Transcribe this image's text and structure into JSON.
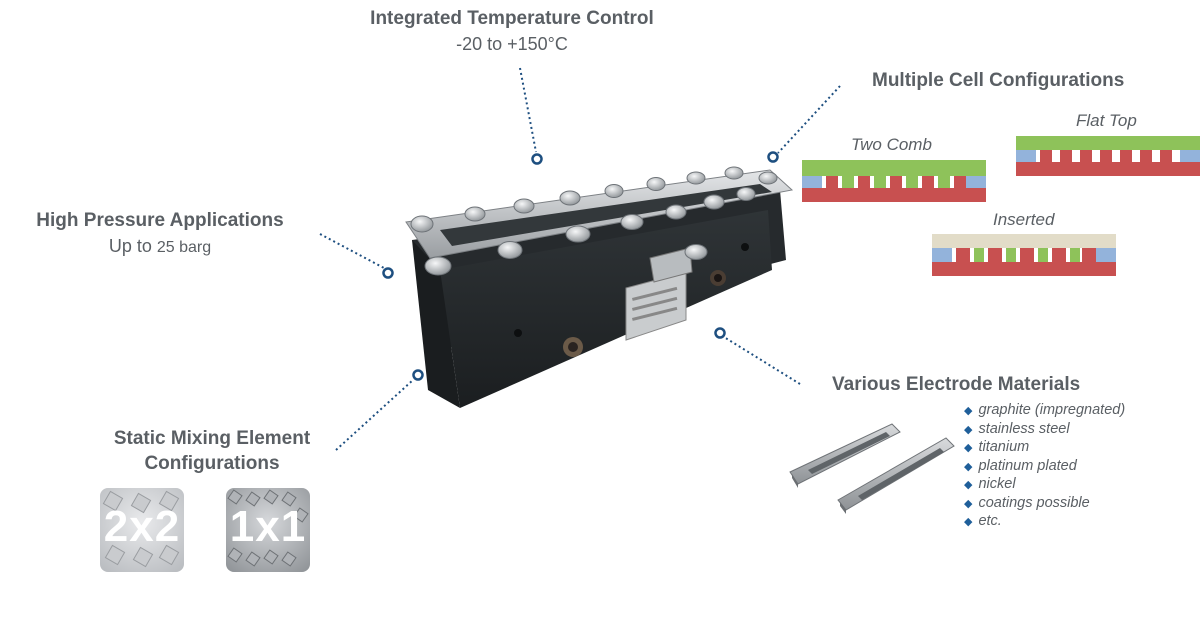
{
  "temperature": {
    "title": "Integrated Temperature Control",
    "range": "-20 to +150°C"
  },
  "pressure": {
    "title": "High Pressure Applications",
    "detail_prefix": "Up to ",
    "detail_value": "25 barg"
  },
  "cells": {
    "title": "Multiple Cell Configurations",
    "configs": [
      {
        "label": "Two Comb"
      },
      {
        "label": "Flat Top"
      },
      {
        "label": "Inserted"
      }
    ],
    "colors": {
      "green": "#8ec25a",
      "blue": "#93b3db",
      "red": "#c85050",
      "beige": "#e2dcc8"
    }
  },
  "mixing": {
    "title_line1": "Static Mixing Element",
    "title_line2": "Configurations",
    "tiles": [
      {
        "label": "2x2"
      },
      {
        "label": "1x1"
      }
    ]
  },
  "electrodes": {
    "title": "Various Electrode Materials",
    "bullet_icon": "diamond-bullet-icon",
    "materials": [
      "graphite (impregnated)",
      "stainless steel",
      "titanium",
      "platinum plated",
      "nickel",
      "coatings possible",
      "etc."
    ]
  },
  "accent_color": "#1e4f80"
}
